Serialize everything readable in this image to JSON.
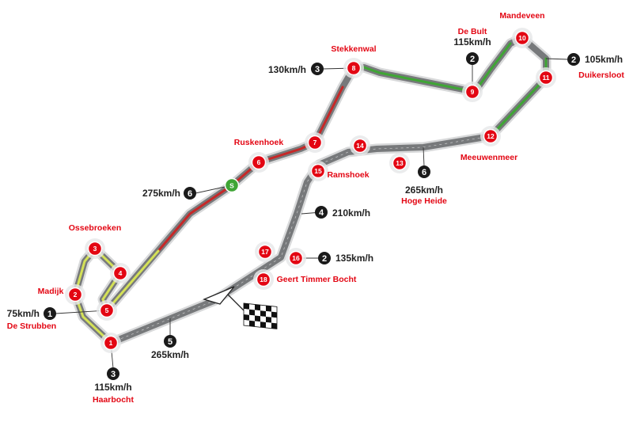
{
  "colors": {
    "track_asphalt": "#77797b",
    "track_kerb": "#d8d9da",
    "drs_zone": "#d4e157",
    "high_speed": "#c62828",
    "sector_green": "#3fa535",
    "turn_marker": "#e30613",
    "start_marker": "#3fa535",
    "gear_badge": "#1a1a1a",
    "label_red": "#e30613"
  },
  "start_marker": {
    "label": "S"
  },
  "turns": [
    {
      "number": "1"
    },
    {
      "number": "2"
    },
    {
      "number": "3"
    },
    {
      "number": "4"
    },
    {
      "number": "5"
    },
    {
      "number": "6"
    },
    {
      "number": "7"
    },
    {
      "number": "8"
    },
    {
      "number": "9"
    },
    {
      "number": "10"
    },
    {
      "number": "11"
    },
    {
      "number": "12"
    },
    {
      "number": "13"
    },
    {
      "number": "14"
    },
    {
      "number": "15"
    },
    {
      "number": "16"
    },
    {
      "number": "17"
    },
    {
      "number": "18"
    }
  ],
  "corner_names": [
    "Ossebroeken",
    "Madijk",
    "De Strubben",
    "Haarbocht",
    "Ruskenhoek",
    "Stekkenwal",
    "De Bult",
    "Mandeveen",
    "Duikersloot",
    "Meeuwenmeer",
    "Ramshoek",
    "Hoge Heide",
    "Geert Timmer Bocht"
  ],
  "speed_points": [
    {
      "gear": "3",
      "speed": "130km/h"
    },
    {
      "gear": "2",
      "speed": "115km/h"
    },
    {
      "gear": "2",
      "speed": "105km/h"
    },
    {
      "gear": "6",
      "speed": "275km/h"
    },
    {
      "gear": "6",
      "speed": "265km/h"
    },
    {
      "gear": "4",
      "speed": "210km/h"
    },
    {
      "gear": "2",
      "speed": "135km/h"
    },
    {
      "gear": "1",
      "speed": "75km/h"
    },
    {
      "gear": "5",
      "speed": "265km/h"
    },
    {
      "gear": "3",
      "speed": "115km/h"
    }
  ]
}
